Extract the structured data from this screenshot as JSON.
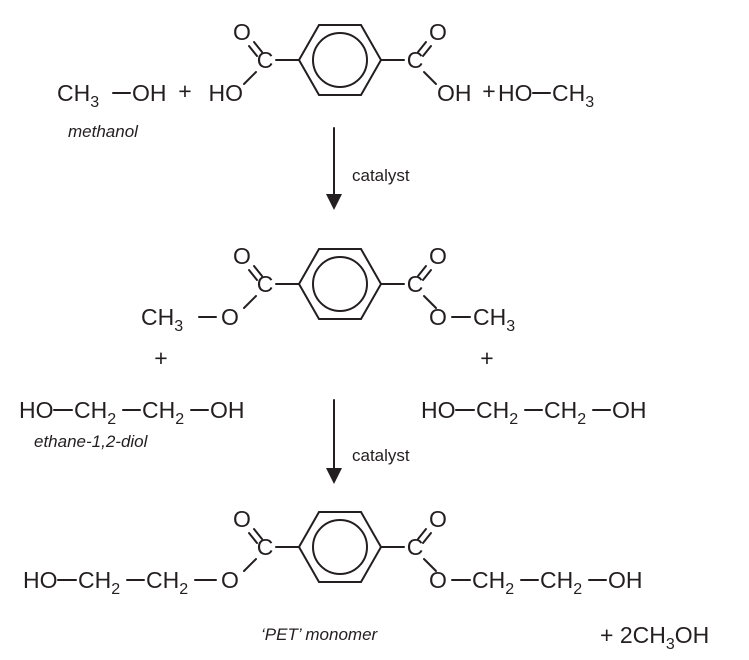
{
  "reaction_1": {
    "left_group": "CH",
    "left_sub": "3",
    "left_oh": "OH",
    "plus_left": "+",
    "acid_ho": "HO",
    "acid_oh": "OH",
    "plus_right": "+",
    "right_ho": "HO",
    "right_group": "CH",
    "right_sub": "3",
    "methanol_label": "methanol",
    "catalyst_label": "catalyst"
  },
  "intermediate": {
    "left_group": "CH",
    "left_sub": "3",
    "left_o": "O",
    "right_o": "O",
    "right_group": "CH",
    "right_sub": "3",
    "plus_left": "+",
    "plus_right": "+",
    "diol_left": {
      "ho": "HO",
      "ch2a": "CH",
      "sub_a": "2",
      "ch2b": "CH",
      "sub_b": "2",
      "oh": "OH"
    },
    "diol_right": {
      "ho": "HO",
      "ch2a": "CH",
      "sub_a": "2",
      "ch2b": "CH",
      "sub_b": "2",
      "oh": "OH"
    },
    "diol_label": "ethane-1,2-diol",
    "catalyst_label": "catalyst"
  },
  "product": {
    "left_ho": "HO",
    "left_ch2a": "CH",
    "left_sub_a": "2",
    "left_ch2b": "CH",
    "left_sub_b": "2",
    "left_o": "O",
    "right_o": "O",
    "right_ch2a": "CH",
    "right_sub_a": "2",
    "right_ch2b": "CH",
    "right_sub_b": "2",
    "right_oh": "OH",
    "monomer_label": "‘PET’ monomer",
    "byproduct_prefix": "+ 2CH",
    "byproduct_sub": "3",
    "byproduct_suffix": "OH"
  },
  "atoms": {
    "carbon": "C",
    "oxygen": "O"
  },
  "colors": {
    "ink": "#231f20",
    "background": "#ffffff"
  }
}
